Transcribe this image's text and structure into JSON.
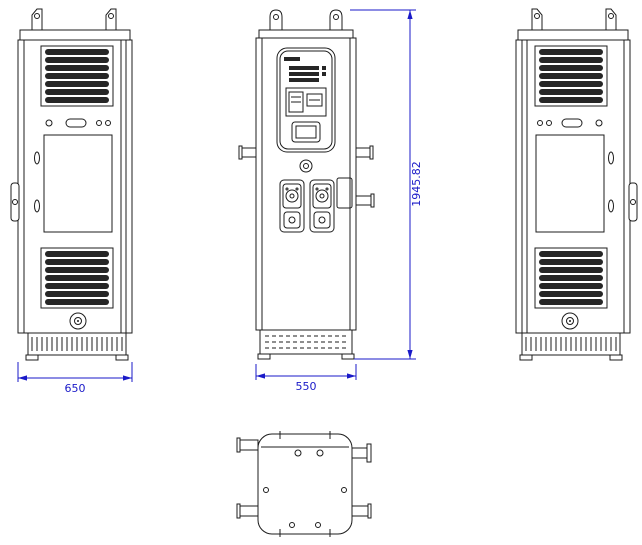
{
  "dimensions": {
    "side_width": "650",
    "front_width": "550",
    "overall_height": "1945.82"
  },
  "colors": {
    "line": "#1c1c1c",
    "louver": "#262626",
    "dimension": "#1a1ac8",
    "background": "#ffffff"
  }
}
